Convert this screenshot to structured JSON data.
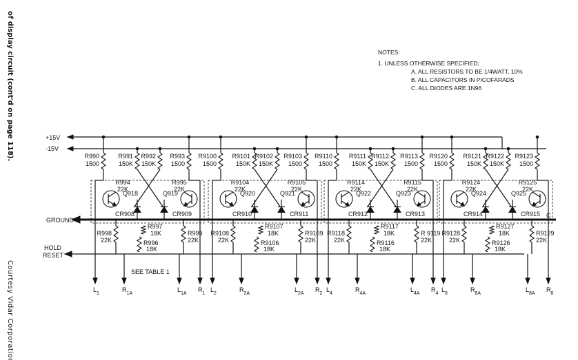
{
  "side": {
    "caption": "of display circuit (cont'd on page 118).",
    "courtesy": "Courtesy Vidar Corporation"
  },
  "notes": {
    "heading": "NOTES:",
    "item1": "1.  UNLESS OTHERWISE SPECIFIED;",
    "a": "A.  ALL RESISTORS TO BE 1/4WATT, 10%",
    "b": "B.  ALL CAPACITORS IN PICOFARADS",
    "c": "C.  ALL DIODES ARE 1N96"
  },
  "rails": {
    "plus15": "+15V",
    "minus15": "-15V",
    "ground": "GROUND",
    "hold": "HOLD",
    "reset": "RESET",
    "c_label": "C"
  },
  "table_ref": "SEE TABLE 1",
  "stages": [
    {
      "top_res": [
        {
          "ref": "R990",
          "val": "1500"
        },
        {
          "ref": "R991",
          "val": "150K"
        },
        {
          "ref": "R992",
          "val": "150K"
        },
        {
          "ref": "R993",
          "val": "1500"
        }
      ],
      "base_res_l": {
        "ref": "R994",
        "val": "22K"
      },
      "base_res_r": {
        "ref": "R995",
        "val": "22K"
      },
      "q_left": "Q918",
      "q_right": "Q919",
      "d_left": "CR908",
      "d_right": "CR909",
      "bot_res": [
        {
          "ref": "R998",
          "val": "22K"
        },
        {
          "ref": "R997",
          "val": "18K"
        },
        {
          "ref": "R996",
          "val": "18K"
        },
        {
          "ref": "R999",
          "val": "22K"
        }
      ],
      "out": [
        {
          "main": "L",
          "sub": "1"
        },
        {
          "main": "R",
          "sub": "1A"
        },
        {
          "main": "L",
          "sub": "1A"
        },
        {
          "main": "R",
          "sub": "1"
        }
      ]
    },
    {
      "top_res": [
        {
          "ref": "R9100",
          "val": "1500"
        },
        {
          "ref": "R9101",
          "val": "150K"
        },
        {
          "ref": "R9102",
          "val": "150K"
        },
        {
          "ref": "R9103",
          "val": "1500"
        }
      ],
      "base_res_l": {
        "ref": "R9104",
        "val": "22K"
      },
      "base_res_r": {
        "ref": "R9105",
        "val": "22K"
      },
      "q_left": "Q920",
      "q_right": "Q921",
      "d_left": "CR910",
      "d_right": "CR911",
      "bot_res": [
        {
          "ref": "R9108",
          "val": "22K"
        },
        {
          "ref": "R9107",
          "val": "18K"
        },
        {
          "ref": "R9106",
          "val": "18K"
        },
        {
          "ref": "R9109",
          "val": "22K"
        }
      ],
      "out": [
        {
          "main": "L",
          "sub": "2"
        },
        {
          "main": "R",
          "sub": "2A"
        },
        {
          "main": "L",
          "sub": "2A"
        },
        {
          "main": "R",
          "sub": "2"
        }
      ]
    },
    {
      "top_res": [
        {
          "ref": "R9110",
          "val": "1500"
        },
        {
          "ref": "R9111",
          "val": "150K"
        },
        {
          "ref": "R9112",
          "val": "150K"
        },
        {
          "ref": "R9113",
          "val": "1500"
        }
      ],
      "base_res_l": {
        "ref": "R9114",
        "val": "22K"
      },
      "base_res_r": {
        "ref": "R9115",
        "val": "22K"
      },
      "q_left": "Q922",
      "q_right": "Q923",
      "d_left": "CR912",
      "d_right": "CR913",
      "bot_res": [
        {
          "ref": "R9118",
          "val": "22K"
        },
        {
          "ref": "R9117",
          "val": "18K"
        },
        {
          "ref": "R9116",
          "val": "18K"
        },
        {
          "ref": "R 9119",
          "val": "22K"
        }
      ],
      "out": [
        {
          "main": "L",
          "sub": "4"
        },
        {
          "main": "R",
          "sub": "4A"
        },
        {
          "main": "L",
          "sub": "4A"
        },
        {
          "main": "R",
          "sub": "4"
        }
      ]
    },
    {
      "top_res": [
        {
          "ref": "R9120",
          "val": "1500"
        },
        {
          "ref": "R9121",
          "val": "150K"
        },
        {
          "ref": "R9122",
          "val": "150K"
        },
        {
          "ref": "R9123",
          "val": "1500"
        }
      ],
      "base_res_l": {
        "ref": "R9124",
        "val": "22K"
      },
      "base_res_r": {
        "ref": "R9125",
        "val": "22K"
      },
      "q_left": "Q924",
      "q_right": "Q925",
      "d_left": "CR914",
      "d_right": "CR915",
      "bot_res": [
        {
          "ref": "R9128",
          "val": "22K"
        },
        {
          "ref": "R9127",
          "val": "18K"
        },
        {
          "ref": "R9126",
          "val": "18K"
        },
        {
          "ref": "R9129",
          "val": "22K"
        }
      ],
      "out": [
        {
          "main": "L",
          "sub": "8"
        },
        {
          "main": "R",
          "sub": "8A"
        },
        {
          "main": "L",
          "sub": "8A"
        },
        {
          "main": "R",
          "sub": "8"
        }
      ]
    }
  ]
}
